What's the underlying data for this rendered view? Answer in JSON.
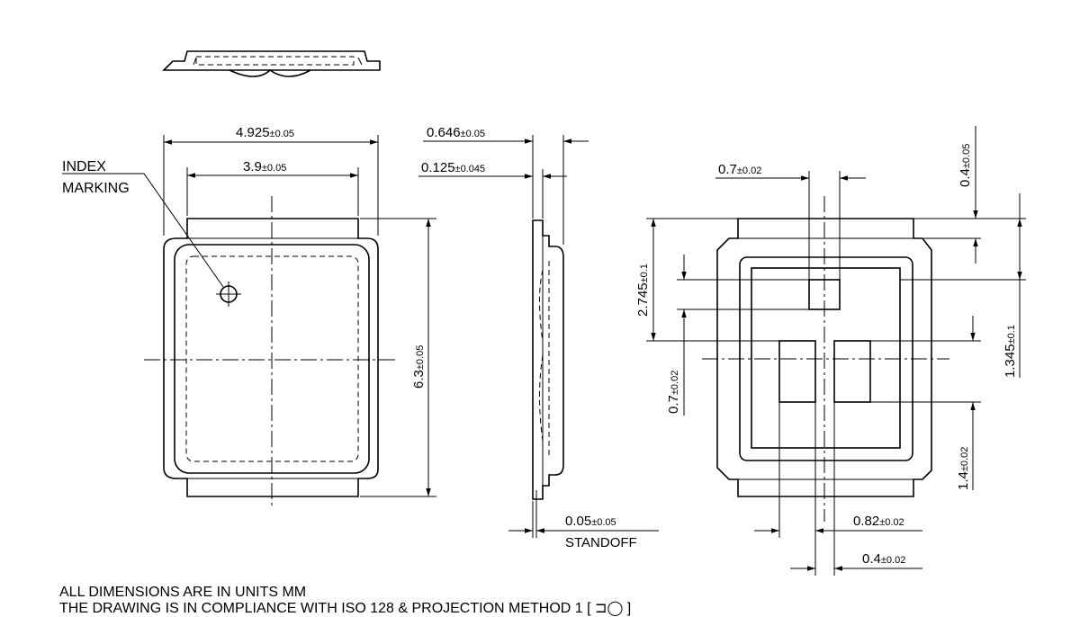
{
  "labels": {
    "index_line1": "INDEX",
    "index_line2": "MARKING",
    "standoff": "STANDOFF"
  },
  "dimensions": {
    "width_outer": {
      "value": "4.925",
      "tol": "±0.05"
    },
    "width_inner": {
      "value": "3.9",
      "tol": "±0.05"
    },
    "height": {
      "value": "6.3",
      "tol": "±0.05"
    },
    "thickness": {
      "value": "0.646",
      "tol": "±0.05"
    },
    "lead_thickness": {
      "value": "0.125",
      "tol": "±0.045"
    },
    "standoff": {
      "value": "0.05",
      "tol": "±0.05"
    },
    "pad_top_width": {
      "value": "0.7",
      "tol": "±0.02"
    },
    "pad_top_offset": {
      "value": "0.4",
      "tol": "±0.05"
    },
    "pad_pitch_v": {
      "value": "2.745",
      "tol": "±0.1"
    },
    "pad_center_v": {
      "value": "1.345",
      "tol": "±0.1"
    },
    "pad_top_height": {
      "value": "0.7",
      "tol": "±0.02"
    },
    "pad_bottom_height": {
      "value": "1.4",
      "tol": "±0.02"
    },
    "pad_bottom_span": {
      "value": "0.82",
      "tol": "±0.02"
    },
    "pad_gap": {
      "value": "0.4",
      "tol": "±0.02"
    }
  },
  "notes": [
    "ALL DIMENSIONS ARE IN UNITS MM",
    "THE DRAWING IS IN COMPLIANCE WITH ISO 128 & PROJECTION METHOD 1 [ ⊐◯ ]"
  ]
}
